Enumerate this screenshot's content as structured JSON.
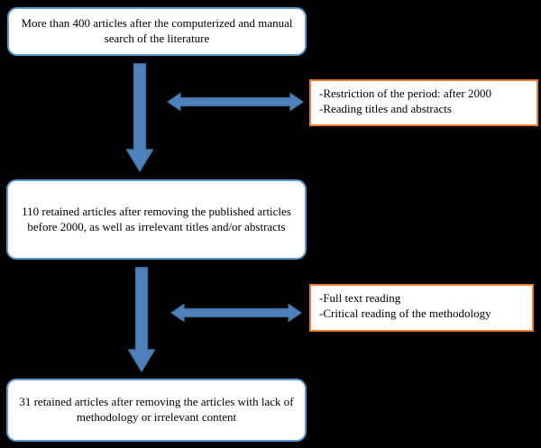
{
  "colors": {
    "background": "#000000",
    "node_background": "#FFFFFF",
    "node_border_blue": "#5B9BD5",
    "note_border_orange": "#ED7D31",
    "arrow_fill": "#4F81BD",
    "arrow_outline": "#41719C",
    "text": "#000000"
  },
  "flowchart": {
    "nodes": [
      {
        "id": "search-results",
        "text": "More than 400 articles after the computerized and manual search of the literature"
      },
      {
        "id": "first-screening",
        "text": "110 retained articles after removing the published articles before 2000, as well as irrelevant titles and/or abstracts"
      },
      {
        "id": "final-selection",
        "text": "31 retained articles after removing the articles with lack of methodology or irrelevant content"
      }
    ],
    "side_notes": [
      {
        "id": "screening-criteria-1",
        "lines": [
          "-Restriction of the period: after 2000",
          "-Reading titles and abstracts"
        ]
      },
      {
        "id": "screening-criteria-2",
        "lines": [
          "-Full text reading",
          "-Critical reading of the methodology"
        ]
      }
    ]
  }
}
